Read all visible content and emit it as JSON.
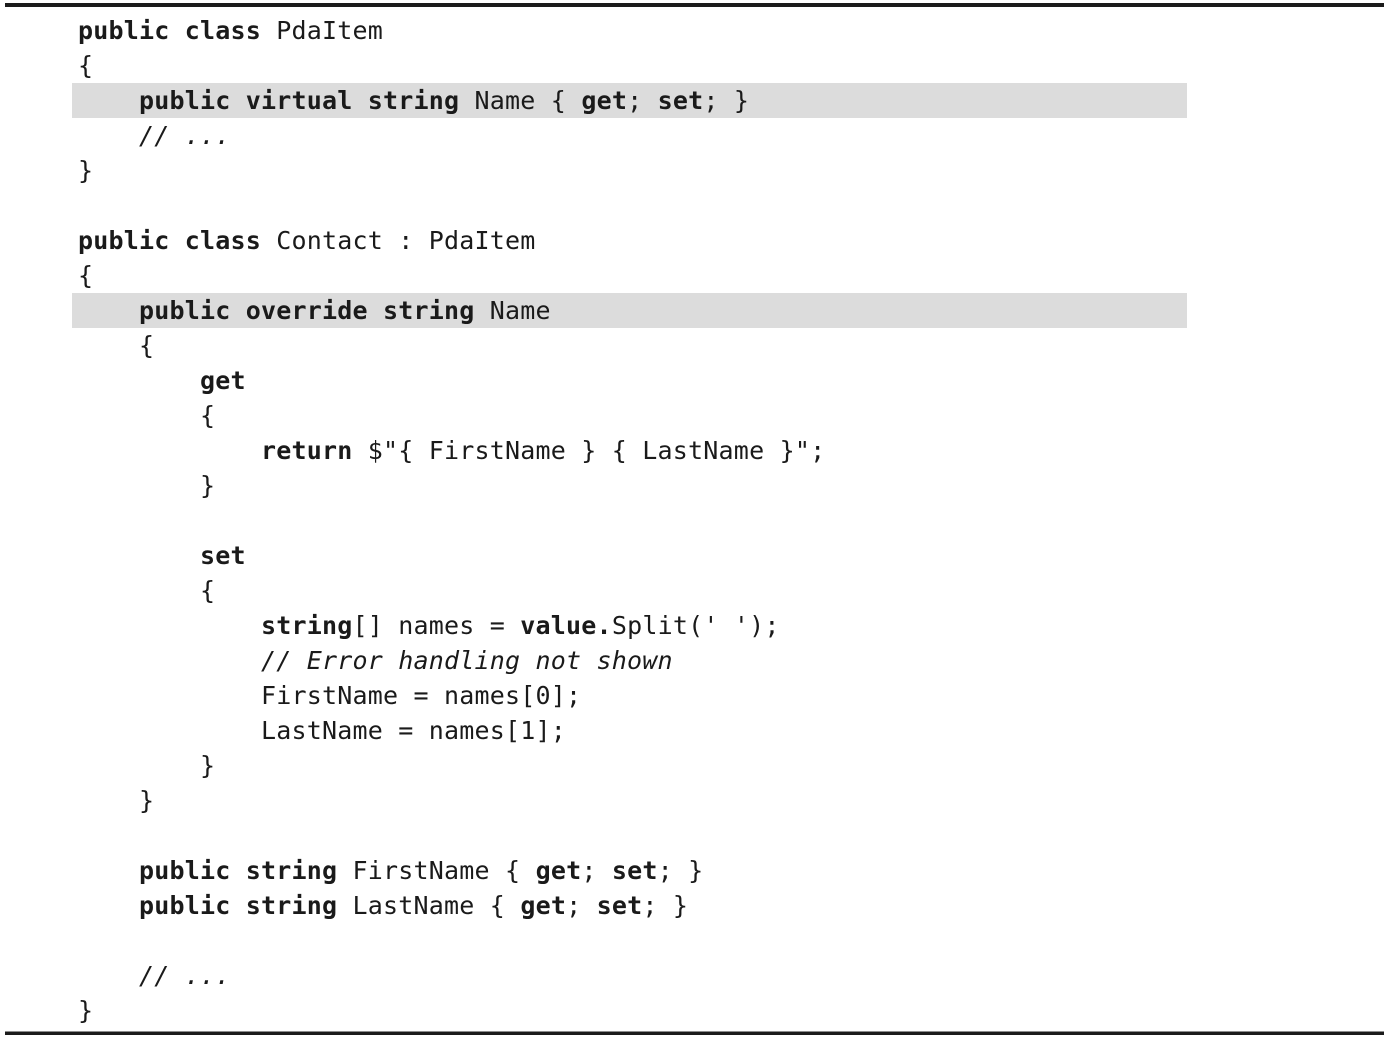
{
  "meta": {
    "description": "C# code listing showing PdaItem base class with virtual Name property and Contact derived class overriding Name",
    "text_color": "#1a1a1a",
    "highlight_color": "#dcdcdc",
    "rule_color": "#1b1b1b"
  },
  "code": {
    "language": "csharp",
    "lines": [
      {
        "hl": false,
        "seg": [
          {
            "t": "public class ",
            "b": true
          },
          {
            "t": "PdaItem"
          }
        ]
      },
      {
        "hl": false,
        "seg": [
          {
            "t": "{"
          }
        ]
      },
      {
        "hl": true,
        "seg": [
          {
            "t": "    "
          },
          {
            "t": "public virtual string ",
            "b": true
          },
          {
            "t": "Name { "
          },
          {
            "t": "get",
            "b": true
          },
          {
            "t": "; "
          },
          {
            "t": "set",
            "b": true
          },
          {
            "t": "; }"
          }
        ]
      },
      {
        "hl": false,
        "seg": [
          {
            "t": "    "
          },
          {
            "t": "// ...",
            "i": true
          }
        ]
      },
      {
        "hl": false,
        "seg": [
          {
            "t": "}"
          }
        ]
      },
      {
        "hl": false,
        "seg": []
      },
      {
        "hl": false,
        "seg": [
          {
            "t": "public class ",
            "b": true
          },
          {
            "t": "Contact : PdaItem"
          }
        ]
      },
      {
        "hl": false,
        "seg": [
          {
            "t": "{"
          }
        ]
      },
      {
        "hl": true,
        "seg": [
          {
            "t": "    "
          },
          {
            "t": "public override string ",
            "b": true
          },
          {
            "t": "Name"
          }
        ]
      },
      {
        "hl": false,
        "seg": [
          {
            "t": "    {"
          }
        ]
      },
      {
        "hl": false,
        "seg": [
          {
            "t": "        "
          },
          {
            "t": "get",
            "b": true
          }
        ]
      },
      {
        "hl": false,
        "seg": [
          {
            "t": "        {"
          }
        ]
      },
      {
        "hl": false,
        "seg": [
          {
            "t": "            "
          },
          {
            "t": "return ",
            "b": true
          },
          {
            "t": "$\"{ FirstName } { LastName }\";"
          }
        ]
      },
      {
        "hl": false,
        "seg": [
          {
            "t": "        }"
          }
        ]
      },
      {
        "hl": false,
        "seg": []
      },
      {
        "hl": false,
        "seg": [
          {
            "t": "        "
          },
          {
            "t": "set",
            "b": true
          }
        ]
      },
      {
        "hl": false,
        "seg": [
          {
            "t": "        {"
          }
        ]
      },
      {
        "hl": false,
        "seg": [
          {
            "t": "            "
          },
          {
            "t": "string",
            "b": true
          },
          {
            "t": "[] names = "
          },
          {
            "t": "value.",
            "b": true
          },
          {
            "t": "Split(' ');"
          }
        ]
      },
      {
        "hl": false,
        "seg": [
          {
            "t": "            "
          },
          {
            "t": "// Error handling not shown",
            "i": true
          }
        ]
      },
      {
        "hl": false,
        "seg": [
          {
            "t": "            FirstName = names[0];"
          }
        ]
      },
      {
        "hl": false,
        "seg": [
          {
            "t": "            LastName = names[1];"
          }
        ]
      },
      {
        "hl": false,
        "seg": [
          {
            "t": "        }"
          }
        ]
      },
      {
        "hl": false,
        "seg": [
          {
            "t": "    }"
          }
        ]
      },
      {
        "hl": false,
        "seg": []
      },
      {
        "hl": false,
        "seg": [
          {
            "t": "    "
          },
          {
            "t": "public string ",
            "b": true
          },
          {
            "t": "FirstName { "
          },
          {
            "t": "get",
            "b": true
          },
          {
            "t": "; "
          },
          {
            "t": "set",
            "b": true
          },
          {
            "t": "; }"
          }
        ]
      },
      {
        "hl": false,
        "seg": [
          {
            "t": "    "
          },
          {
            "t": "public string ",
            "b": true
          },
          {
            "t": "LastName { "
          },
          {
            "t": "get",
            "b": true
          },
          {
            "t": "; "
          },
          {
            "t": "set",
            "b": true
          },
          {
            "t": "; }"
          }
        ]
      },
      {
        "hl": false,
        "seg": []
      },
      {
        "hl": false,
        "seg": [
          {
            "t": "    "
          },
          {
            "t": "// ...",
            "i": true
          }
        ]
      },
      {
        "hl": false,
        "seg": [
          {
            "t": "}"
          }
        ]
      }
    ]
  }
}
